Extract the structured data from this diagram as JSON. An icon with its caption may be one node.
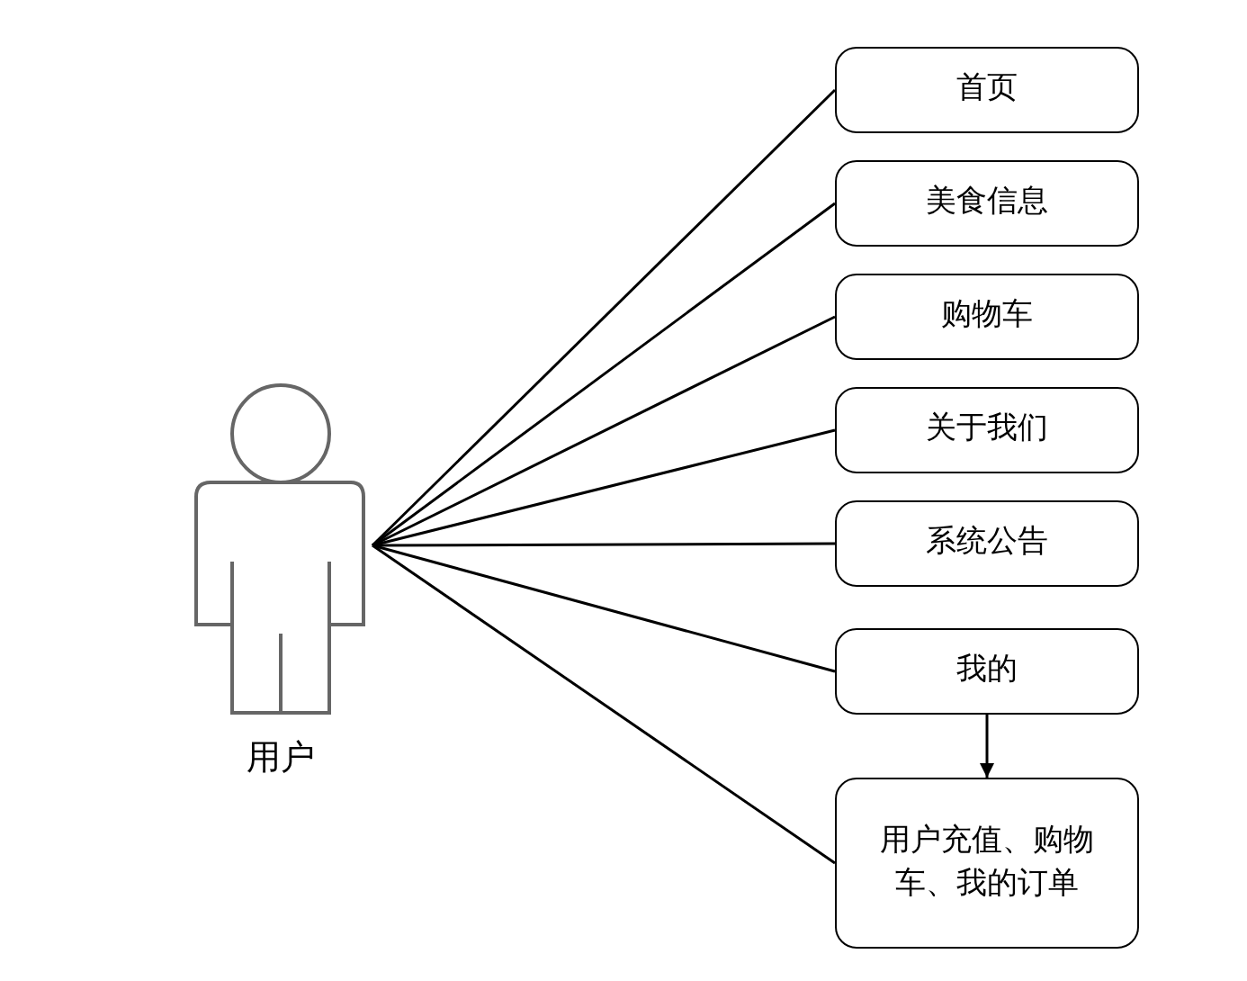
{
  "diagram": {
    "nodes": [
      {
        "text": [],
        "shape": "person",
        "beside": [
          "用户"
        ]
      },
      {
        "text": [
          "首页"
        ]
      },
      {
        "text": [
          "美食信息"
        ]
      },
      {
        "text": [
          "购物车"
        ]
      },
      {
        "text": [
          "关于我们"
        ]
      },
      {
        "text": [
          "系统公告"
        ]
      },
      {
        "text": [
          "我的"
        ]
      },
      {
        "text": [
          "用户充值、购物车、我的订单"
        ]
      }
    ],
    "edges": [
      {
        "from": 0,
        "to": 1,
        "arrow": "none"
      },
      {
        "from": 0,
        "to": 2,
        "arrow": "none"
      },
      {
        "from": 0,
        "to": 3,
        "arrow": "none"
      },
      {
        "from": 0,
        "to": 4,
        "arrow": "none"
      },
      {
        "from": 0,
        "to": 5,
        "arrow": "none"
      },
      {
        "from": 0,
        "to": 6,
        "arrow": "none"
      },
      {
        "from": 0,
        "to": 7,
        "arrow": "none"
      },
      {
        "from": 6,
        "to": 7,
        "arrow": "to"
      }
    ]
  }
}
